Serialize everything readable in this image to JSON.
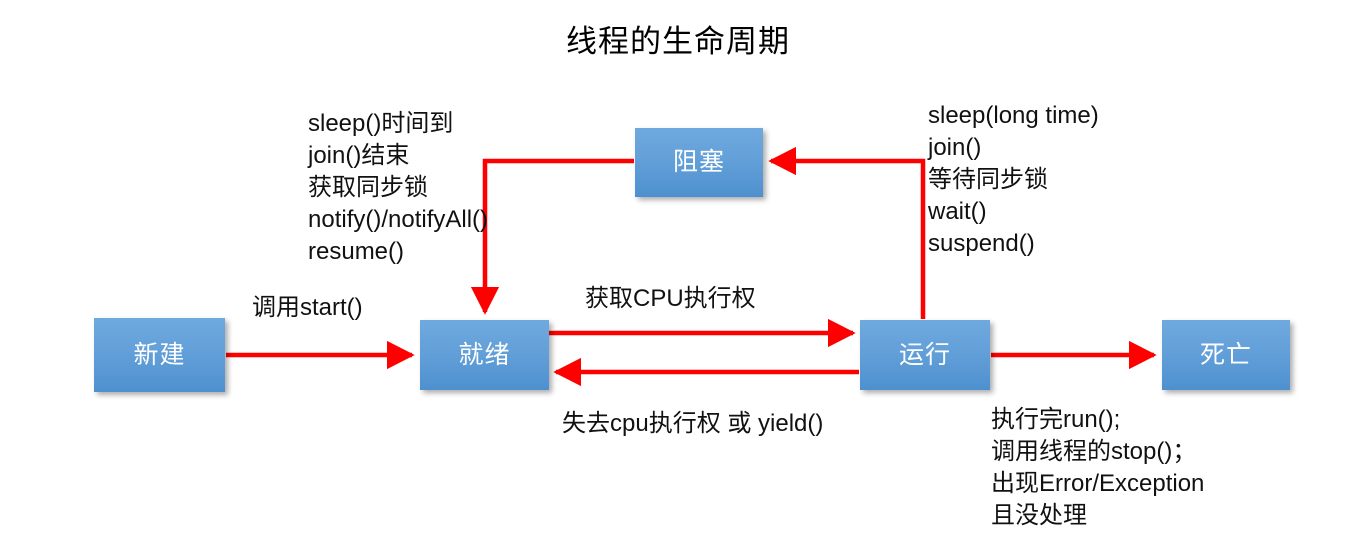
{
  "title": "线程的生命周期",
  "colors": {
    "arrow": "#FF0000",
    "box_fill_top": "#6FA9DE",
    "box_fill_bottom": "#4E90CF",
    "box_text": "#FFFFFF",
    "text": "#000000",
    "background": "#FFFFFF"
  },
  "states": {
    "new": "新建",
    "ready": "就绪",
    "running": "运行",
    "blocked": "阻塞",
    "dead": "死亡"
  },
  "transitions": {
    "new_to_ready": "调用start()",
    "ready_to_running": "获取CPU执行权",
    "running_to_ready": "失去cpu执行权 或 yield()",
    "blocked_to_ready": "sleep()时间到\njoin()结束\n获取同步锁\nnotify()/notifyAll()\nresume()",
    "running_to_blocked": "sleep(long time)\njoin()\n等待同步锁\nwait()\nsuspend()",
    "running_to_dead": "执行完run();\n调用线程的stop()；\n出现Error/Exception\n且没处理"
  }
}
